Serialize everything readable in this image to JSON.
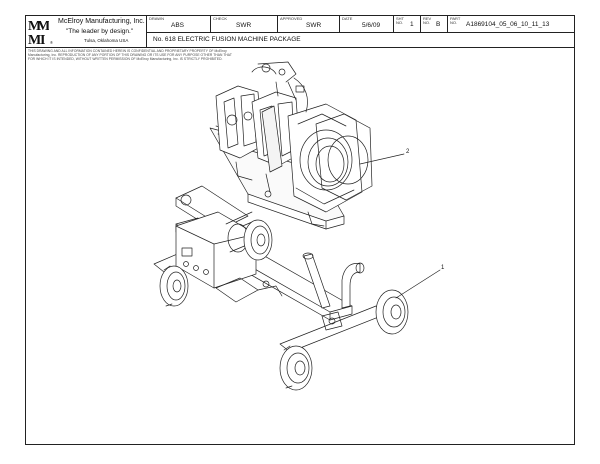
{
  "title_block": {
    "company": "McElroy Manufacturing, Inc.",
    "tagline": "\"The leader by design.\"",
    "location": "Tulsa, Oklahoma USA",
    "registered": "®",
    "drawn_label": "DRAWN",
    "drawn_value": "ABS",
    "check_label": "CHECK",
    "check_value": "SWR",
    "approved_label": "APPROVED",
    "approved_value": "SWR",
    "date_label": "DATE",
    "date_value": "5/6/09",
    "sheet_label": "SHT NO.",
    "sheet_value": "1",
    "rev_label": "REV NO.",
    "rev_value": "B",
    "part_label": "PART NO.",
    "part_value": "A1869104_05_06_10_11_13",
    "description": "No. 618 ELECTRIC FUSION MACHINE PACKAGE"
  },
  "legal_notice": "THIS DRAWING AND ALL INFORMATION CONTAINED HEREIN IS CONFIDENTIAL AND PROPRIETARY PROPERTY OF McElroy Manufacturing, Inc. REPRODUCTION OF ANY PORTION OF THIS DRAWING OR ITS USE FOR ANY PURPOSE OTHER THAN THAT FOR WHICH IT IS INTENDED, WITHOUT WRITTEN PERMISSION OF McElroy Manufacturing, Inc. IS STRICTLY PROHIBITED.",
  "callouts": [
    "1",
    "2"
  ],
  "logo_letters": [
    "M",
    "M",
    "M",
    "I"
  ]
}
